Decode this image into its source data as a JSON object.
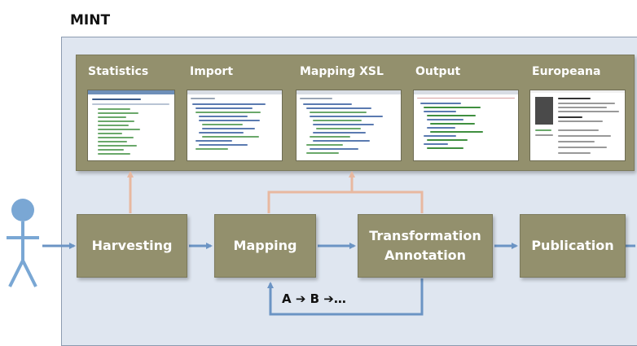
{
  "title": "MINT",
  "screenshots": [
    {
      "label": "Statistics"
    },
    {
      "label": "Import"
    },
    {
      "label": "Mapping XSL"
    },
    {
      "label": "Output"
    },
    {
      "label": "Europeana"
    }
  ],
  "process": {
    "harvesting": "Harvesting",
    "mapping": "Mapping",
    "transformation_line1": "Transformation",
    "transformation_line2": "Annotation",
    "publication": "Publication"
  },
  "sequence_label": "A ➔ B ➔…",
  "colors": {
    "box": "#93906d",
    "frame": "#dfe6f0",
    "flow_arrow": "#6b94c4",
    "feedback_arrow": "#e8b8a0",
    "actor": "#7aa7d4"
  },
  "icons": [
    "person-icon"
  ]
}
